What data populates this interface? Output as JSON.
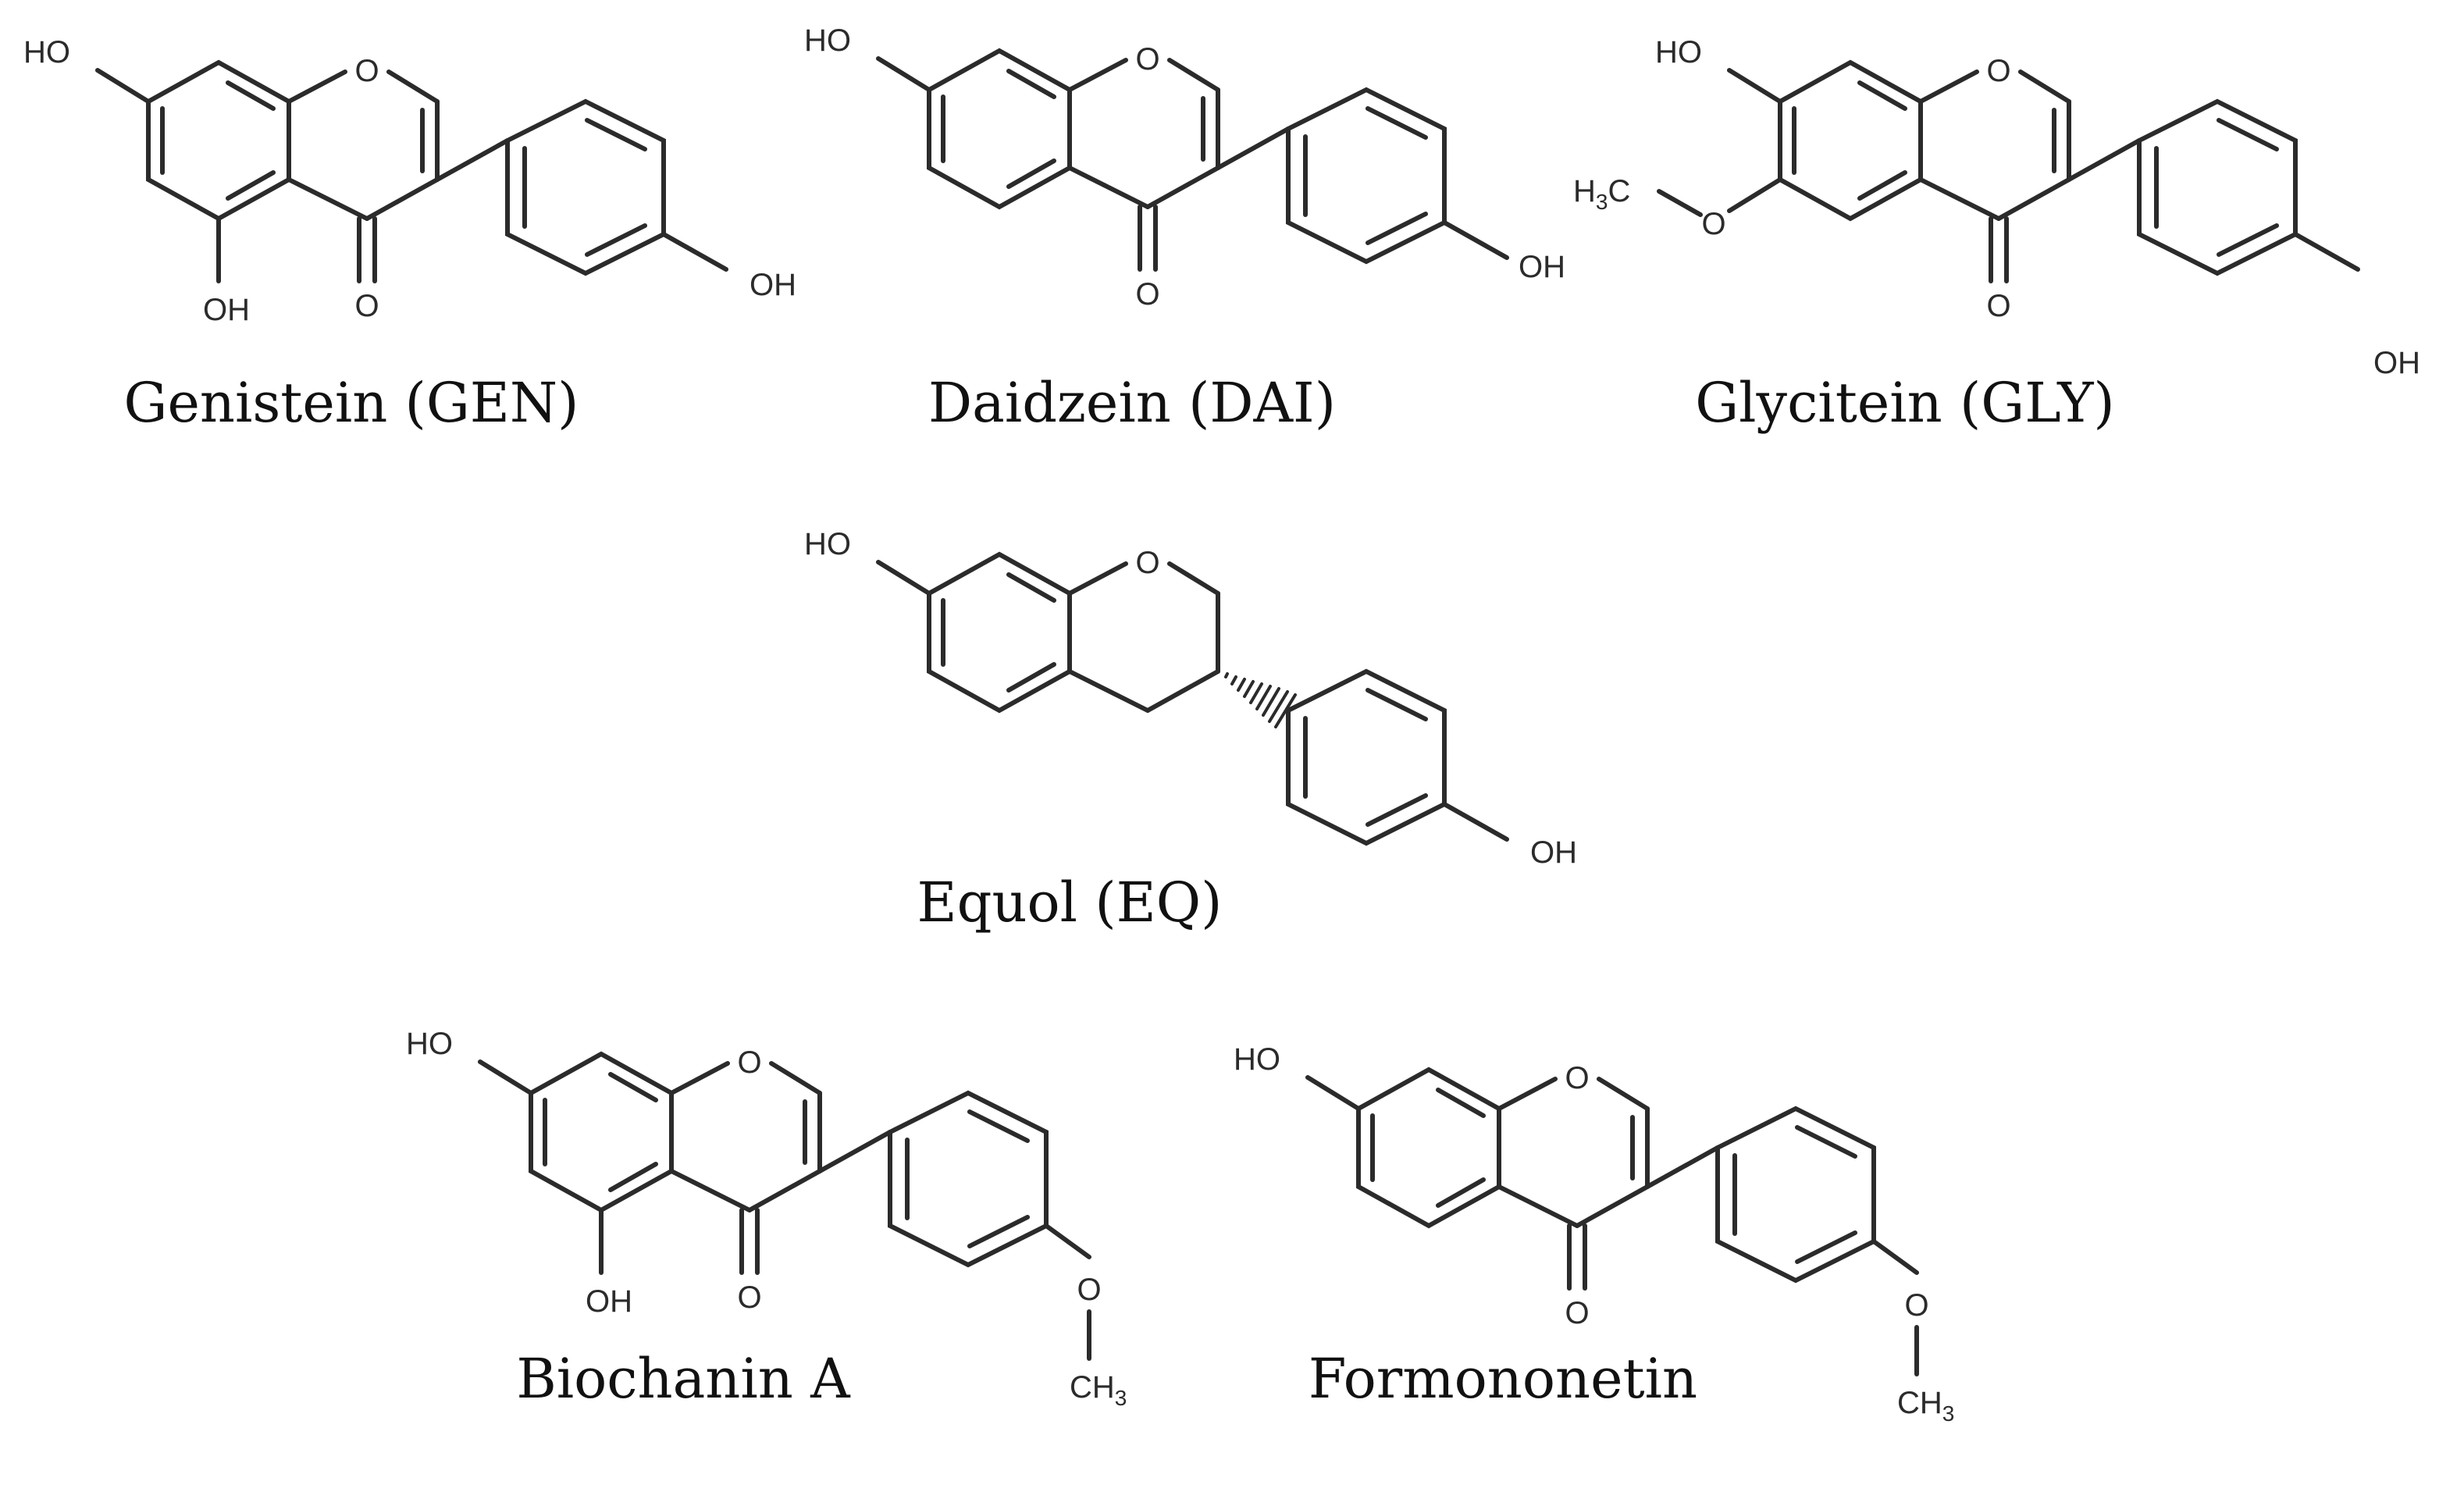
{
  "compounds": [
    {
      "name": "Genistein (GEN)",
      "atoms": {
        "ring_o": "O",
        "carbonyl_o": "O",
        "oh_7": "HO",
        "oh_5": "OH",
        "oh_4p": "OH"
      }
    },
    {
      "name": "Daidzein (DAI)",
      "atoms": {
        "ring_o": "O",
        "carbonyl_o": "O",
        "oh_7": "HO",
        "oh_4p": "OH"
      }
    },
    {
      "name": "Glycitein (GLY)",
      "atoms": {
        "ring_o": "O",
        "carbonyl_o": "O",
        "oh_7": "HO",
        "methoxy_o": "O",
        "methyl_h": "H",
        "methyl_3": "3",
        "methyl_c": "C",
        "oh_4p": "OH"
      }
    },
    {
      "name": "Equol (EQ)",
      "atoms": {
        "ring_o": "O",
        "oh_7": "HO",
        "oh_4p": "OH"
      }
    },
    {
      "name": "Biochanin A",
      "atoms": {
        "ring_o": "O",
        "carbonyl_o": "O",
        "oh_7": "HO",
        "oh_5": "OH",
        "methoxy_o": "O",
        "methyl_ch": "CH",
        "methyl_3": "3"
      }
    },
    {
      "name": "Formononetin",
      "atoms": {
        "ring_o": "O",
        "carbonyl_o": "O",
        "oh_7": "HO",
        "methoxy_o": "O",
        "methyl_ch": "CH",
        "methyl_3": "3"
      }
    }
  ]
}
